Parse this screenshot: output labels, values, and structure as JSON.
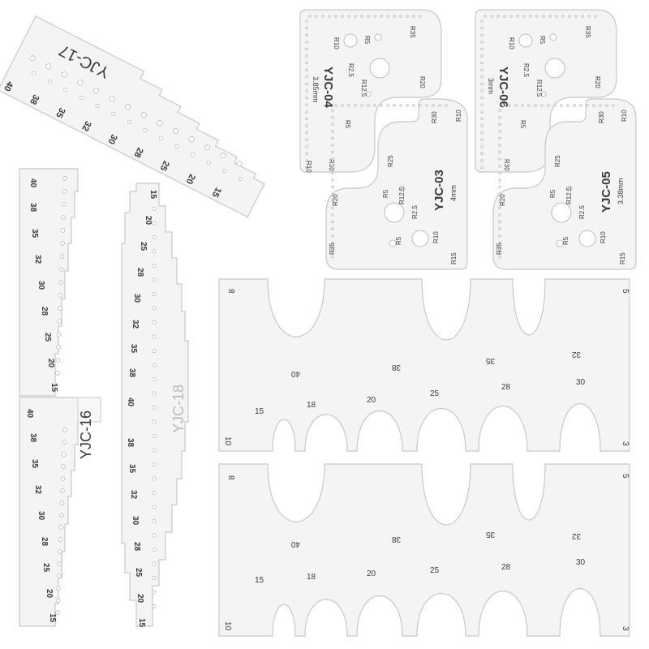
{
  "colors": {
    "background": "#ffffff",
    "acrylic": "#f4f4f4",
    "edge": "#c8c8c8",
    "ink": "#3a3a3a"
  },
  "yjc17": {
    "title": "YJC-17",
    "sizes": [
      "40",
      "38",
      "35",
      "32",
      "30",
      "28",
      "25",
      "20",
      "15"
    ]
  },
  "yjc16": {
    "title": "YJC-16",
    "upper_sizes": [
      "40",
      "38",
      "35",
      "32",
      "30",
      "28",
      "25",
      "20",
      "15"
    ],
    "lower_sizes": [
      "40",
      "38",
      "35",
      "32",
      "30",
      "28",
      "25",
      "20",
      "15"
    ]
  },
  "yjc18": {
    "title": "YJC-18",
    "sizes": [
      "15",
      "20",
      "25",
      "28",
      "30",
      "32",
      "35",
      "38",
      "40",
      "38",
      "35",
      "32",
      "30",
      "28",
      "25",
      "20",
      "15"
    ]
  },
  "corner_templates": [
    {
      "code": "YJC-04",
      "spec": "3.85mm",
      "labels": [
        "R10",
        "R5",
        "R2.5",
        "R12.5",
        "R35",
        "R20",
        "R5",
        "R10",
        "R30"
      ]
    },
    {
      "code": "YJC-06",
      "spec": "3mm",
      "labels": [
        "R10",
        "R5",
        "R2.5",
        "R12.5",
        "R35",
        "R20",
        "R5",
        "R30"
      ]
    },
    {
      "code": "YJC-03",
      "spec": "4mm",
      "labels": [
        "R30",
        "R10",
        "R25",
        "R5",
        "R12.5",
        "R2.5",
        "R20",
        "R5",
        "R10",
        "R35",
        "R15"
      ]
    },
    {
      "code": "YJC-05",
      "spec": "3.38mm",
      "labels": [
        "R30",
        "R10",
        "R25",
        "R5",
        "R12.5",
        "R2.5",
        "R20",
        "R5",
        "R10",
        "R35",
        "R15"
      ]
    }
  ],
  "arch_templates": [
    {
      "top_labels": [
        "40",
        "38",
        "35",
        "32"
      ],
      "bottom_labels": [
        "15",
        "18",
        "20",
        "25",
        "28",
        "30"
      ],
      "end_labels": [
        "8",
        "10",
        "5",
        "3"
      ]
    },
    {
      "top_labels": [
        "40",
        "38",
        "35",
        "32"
      ],
      "bottom_labels": [
        "15",
        "18",
        "20",
        "25",
        "28",
        "30"
      ],
      "end_labels": [
        "8",
        "10",
        "5",
        "3"
      ]
    }
  ]
}
